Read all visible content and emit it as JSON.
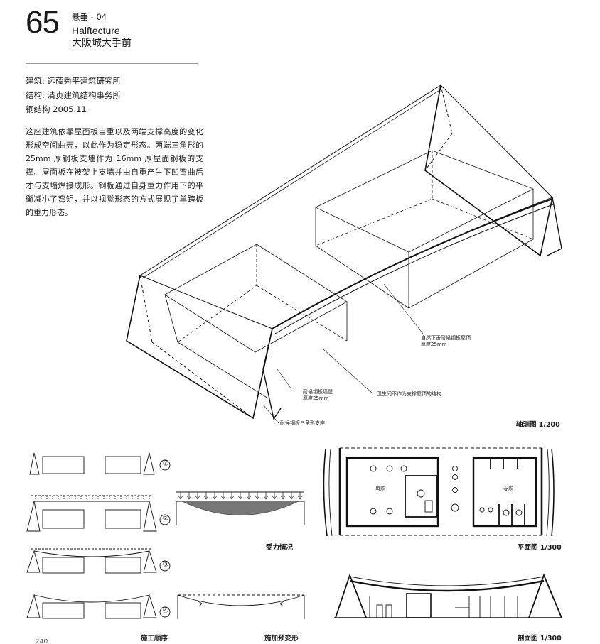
{
  "project": {
    "number": "65",
    "series": "悬垂 - 04",
    "name_en": "Halftecture",
    "name_cn": "大阪城大手前"
  },
  "credits": [
    "建筑: 远藤秀平建筑研究所",
    "结构: 清贞建筑结构事务所",
    "钢结构 2005.11"
  ],
  "description": "这座建筑依靠屋面板自重以及两端支撑高度的变化形成空间曲壳，以此作为稳定形态。两端三角形的 25mm 厚钢板支墙作为 16mm 厚屋面钢板的支撑。屋面板在被架上支墙并由自重产生下凹弯曲后才与支墙焊接成形。钢板通过自身重力作用下的平衡减小了弯矩，并以视觉形态的方式展现了单跨板的重力形态。",
  "axonometric": {
    "caption": "轴测图 1/200",
    "notes": {
      "roof": "自然下垂耐候钢板屋顶\n厚度25mm",
      "wall": "耐候钢板墙壁\n厚度25mm",
      "wc": "卫生间不作为支撑屋顶的结构",
      "base": "耐候钢板三角形支座"
    }
  },
  "sequence": {
    "caption": "施工顺序",
    "steps": [
      "①",
      "②",
      "③",
      "④"
    ]
  },
  "force_caption": "受力情况",
  "predeform_caption": "施加预变形",
  "plan": {
    "caption": "平面图 1/300",
    "rooms": [
      "男厕",
      "女厕"
    ]
  },
  "section": {
    "caption": "剖面图 1/300"
  },
  "page_number": "240"
}
